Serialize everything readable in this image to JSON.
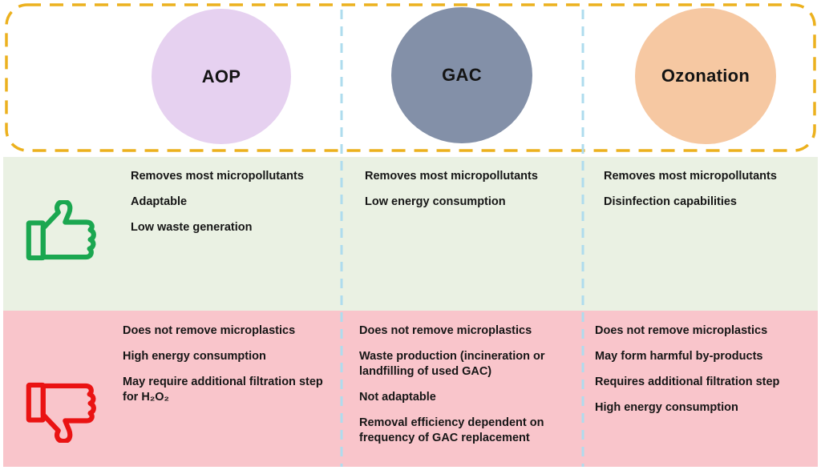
{
  "methods": [
    {
      "label": "AOP",
      "color": "#e6d1f0"
    },
    {
      "label": "GAC",
      "color": "#8390a8"
    },
    {
      "label": "Ozonation",
      "color": "#f6c8a2"
    }
  ],
  "pros": {
    "icon": "thumbs-up",
    "icon_color": "#1ba750",
    "background": "#eaf1e3",
    "columns": [
      [
        "Removes most micropollutants",
        "Adaptable",
        "Low waste generation"
      ],
      [
        "Removes most micropollutants",
        "Low energy consumption"
      ],
      [
        "Removes most micropollutants",
        "Disinfection capabilities"
      ]
    ]
  },
  "cons": {
    "icon": "thumbs-down",
    "icon_color": "#ea1313",
    "background": "#f9c5cb",
    "columns": [
      [
        "Does not remove microplastics",
        "High energy consumption",
        "May require additional filtration step for H₂O₂"
      ],
      [
        "Does not remove microplastics",
        "Waste production (incineration or landfilling of used GAC)",
        "Not adaptable",
        "Removal efficiency dependent on frequency of GAC replacement"
      ],
      [
        "Does not remove microplastics",
        "May form harmful by-products",
        "Requires additional filtration step",
        "High energy consumption"
      ]
    ]
  },
  "styles": {
    "header_border_color": "#ecb11e",
    "divider_color": "#aedcee"
  }
}
